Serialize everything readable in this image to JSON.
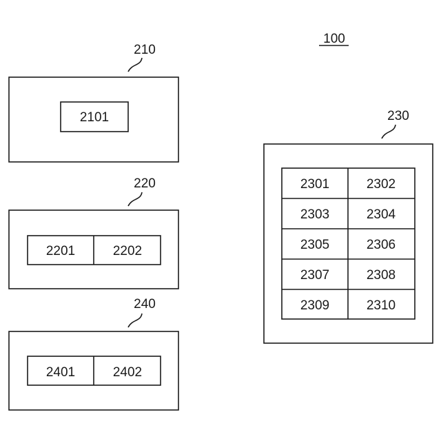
{
  "figure": {
    "reference": "100"
  },
  "blocks": {
    "b210": {
      "ref": "210",
      "cells": [
        "2101"
      ]
    },
    "b220": {
      "ref": "220",
      "cells": [
        "2201",
        "2202"
      ]
    },
    "b240": {
      "ref": "240",
      "cells": [
        "2401",
        "2402"
      ]
    },
    "b230": {
      "ref": "230",
      "cells": [
        "2301",
        "2302",
        "2303",
        "2304",
        "2305",
        "2306",
        "2307",
        "2308",
        "2309",
        "2310"
      ]
    }
  }
}
